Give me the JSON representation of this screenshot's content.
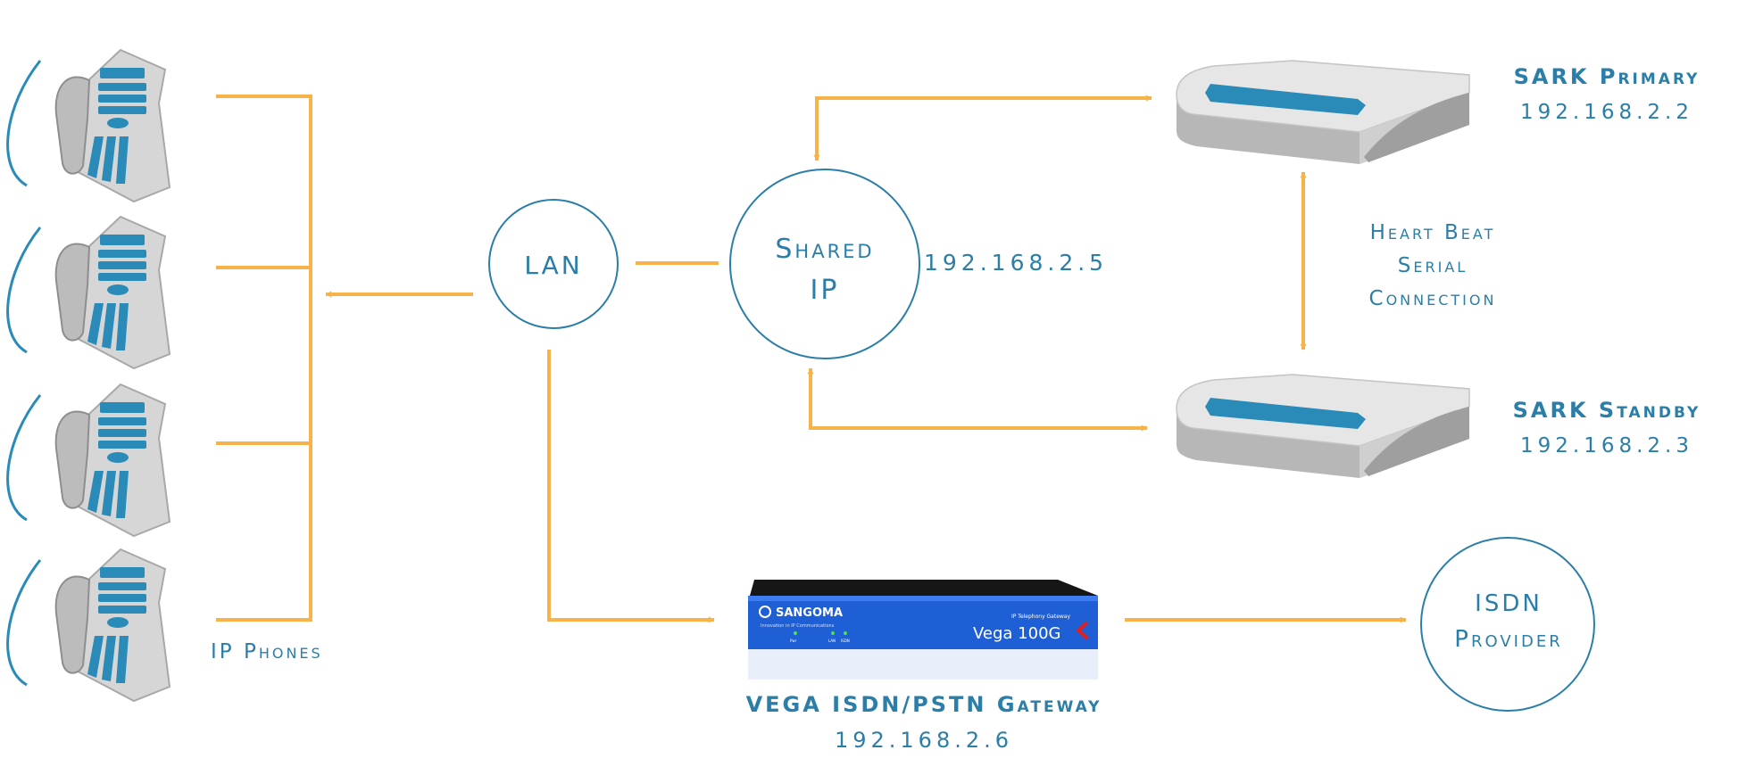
{
  "colors": {
    "accent": "#2a7ea8",
    "connector": "#f7b24a",
    "device_gray": "#d3d3d3",
    "device_blue": "#2a8ab8",
    "gateway_blue": "#1f5fd6"
  },
  "icons": [
    "ip-phone-icon",
    "server-appliance-icon",
    "gateway-appliance-icon"
  ],
  "lan": {
    "label": "LAN"
  },
  "shared_ip": {
    "label_line1": "Shared",
    "label_line2": "IP",
    "address": "192.168.2.5"
  },
  "sark_primary": {
    "label": "SARK Primary",
    "address": "192.168.2.2"
  },
  "sark_standby": {
    "label": "SARK Standby",
    "address": "192.168.2.3"
  },
  "heartbeat": {
    "line1": "Heart Beat",
    "line2": "Serial",
    "line3": "Connection"
  },
  "phones": {
    "label": "IP Phones",
    "count": 4
  },
  "gateway": {
    "label": "VEGA ISDN/PSTN Gateway",
    "address": "192.168.2.6",
    "brand": "SANGOMA",
    "brand_tagline": "Innovation in IP Communications",
    "model": "Vega 100G",
    "model_caption": "IP Telephony Gateway",
    "led_labels": [
      "Pwr",
      "LAN",
      "ISDN"
    ]
  },
  "isdn": {
    "label_line1": "ISDN",
    "label_line2": "Provider"
  }
}
